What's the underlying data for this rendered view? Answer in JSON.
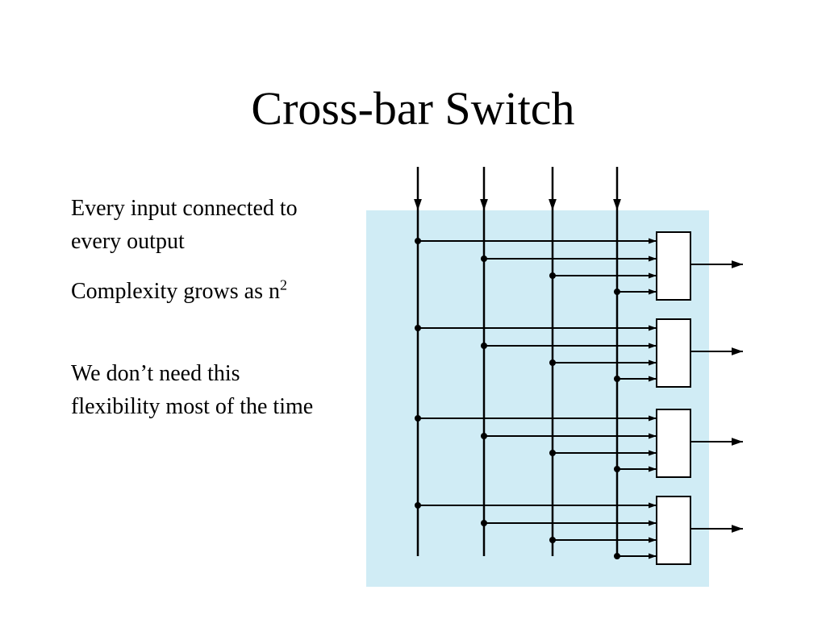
{
  "slide": {
    "title": "Cross-bar Switch",
    "bullets": [
      {
        "text": "Every input connected to every output"
      },
      {
        "text": "Complexity grows as n",
        "superscript": "2"
      },
      {
        "text": "We don’t need this flexibility most of the time"
      }
    ]
  },
  "diagram": {
    "inputs": 4,
    "outputs": 4,
    "colors": {
      "background_panel": "#d0ecf5",
      "lines": "#000000",
      "mux_fill": "#ffffff"
    }
  }
}
